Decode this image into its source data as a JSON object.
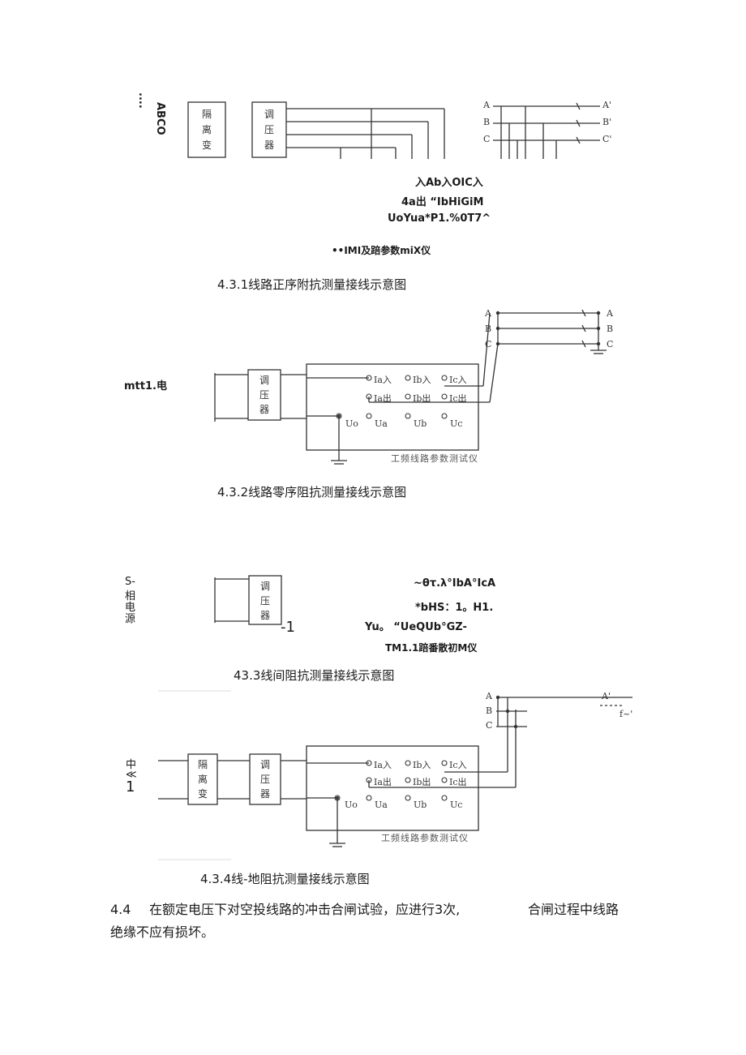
{
  "fig1": {
    "side_label": "ABCO",
    "side_dots": "....",
    "box_isolation": [
      "隔",
      "离",
      "变"
    ],
    "box_regulator": [
      "调",
      "压",
      "器"
    ],
    "phases_left": [
      "A",
      "B",
      "C"
    ],
    "phases_right": [
      "A'",
      "B'",
      "C'"
    ],
    "ocr_lines": [
      "入Ab入OIC入",
      "4a出 “IbHiGiM",
      "UoYua*P1.%0T7^",
      "••IMI及踣参数miX仪"
    ],
    "caption": "4.3.1线路正序附抗测量接线示意图"
  },
  "fig2": {
    "side_label": "mtt1.电",
    "box_regulator": [
      "调",
      "压",
      "器"
    ],
    "phases": [
      "A",
      "B",
      "C"
    ],
    "terminals_row1": [
      "Ia入",
      "Ib入",
      "Ic入"
    ],
    "terminals_row2": [
      "Ia出",
      "Ib出",
      "Ic出"
    ],
    "terminals_row3": [
      "Uo",
      "Ua",
      "Ub",
      "Uc"
    ],
    "instrument": "工频线路参数测试仪",
    "caption": "4.3.2线路零序阻抗测量接线示意图"
  },
  "fig3": {
    "side_label": [
      "S-",
      "相",
      "电",
      "源"
    ],
    "box_regulator": [
      "调",
      "压",
      "器"
    ],
    "marker": "-1",
    "ocr_lines": [
      "~θτ.λ°IbA°IcA",
      "*bHS：1。H1.",
      "Yu。 “UeQUb°GZ-",
      "TM1.1踣番散初M仪"
    ],
    "caption": "43.3线间阻抗测量接线示意图"
  },
  "fig4": {
    "side_label": [
      "中",
      "≪",
      "1"
    ],
    "box_isolation": [
      "隔",
      "离",
      "变"
    ],
    "box_regulator": [
      "调",
      "压",
      "器"
    ],
    "phases_left": [
      "A",
      "B",
      "C"
    ],
    "phases_right": [
      "A'"
    ],
    "far_note": "f~'",
    "terminals_row1": [
      "Ia入",
      "Ib入",
      "Ic入"
    ],
    "terminals_row2": [
      "Ia出",
      "Ib出",
      "Ic出"
    ],
    "terminals_row3": [
      "Uo",
      "Ua",
      "Ub",
      "Uc"
    ],
    "instrument": "工频线路参数测试仪",
    "caption": "4.3.4线-地阻抗测量接线示意图"
  },
  "section": {
    "number": "4.4",
    "line1a": "在额定电压下对空投线路的冲击合闸试验，应进行3次,",
    "line1b": "合闸过程中线路",
    "line2": "绝缘不应有损坏。"
  }
}
